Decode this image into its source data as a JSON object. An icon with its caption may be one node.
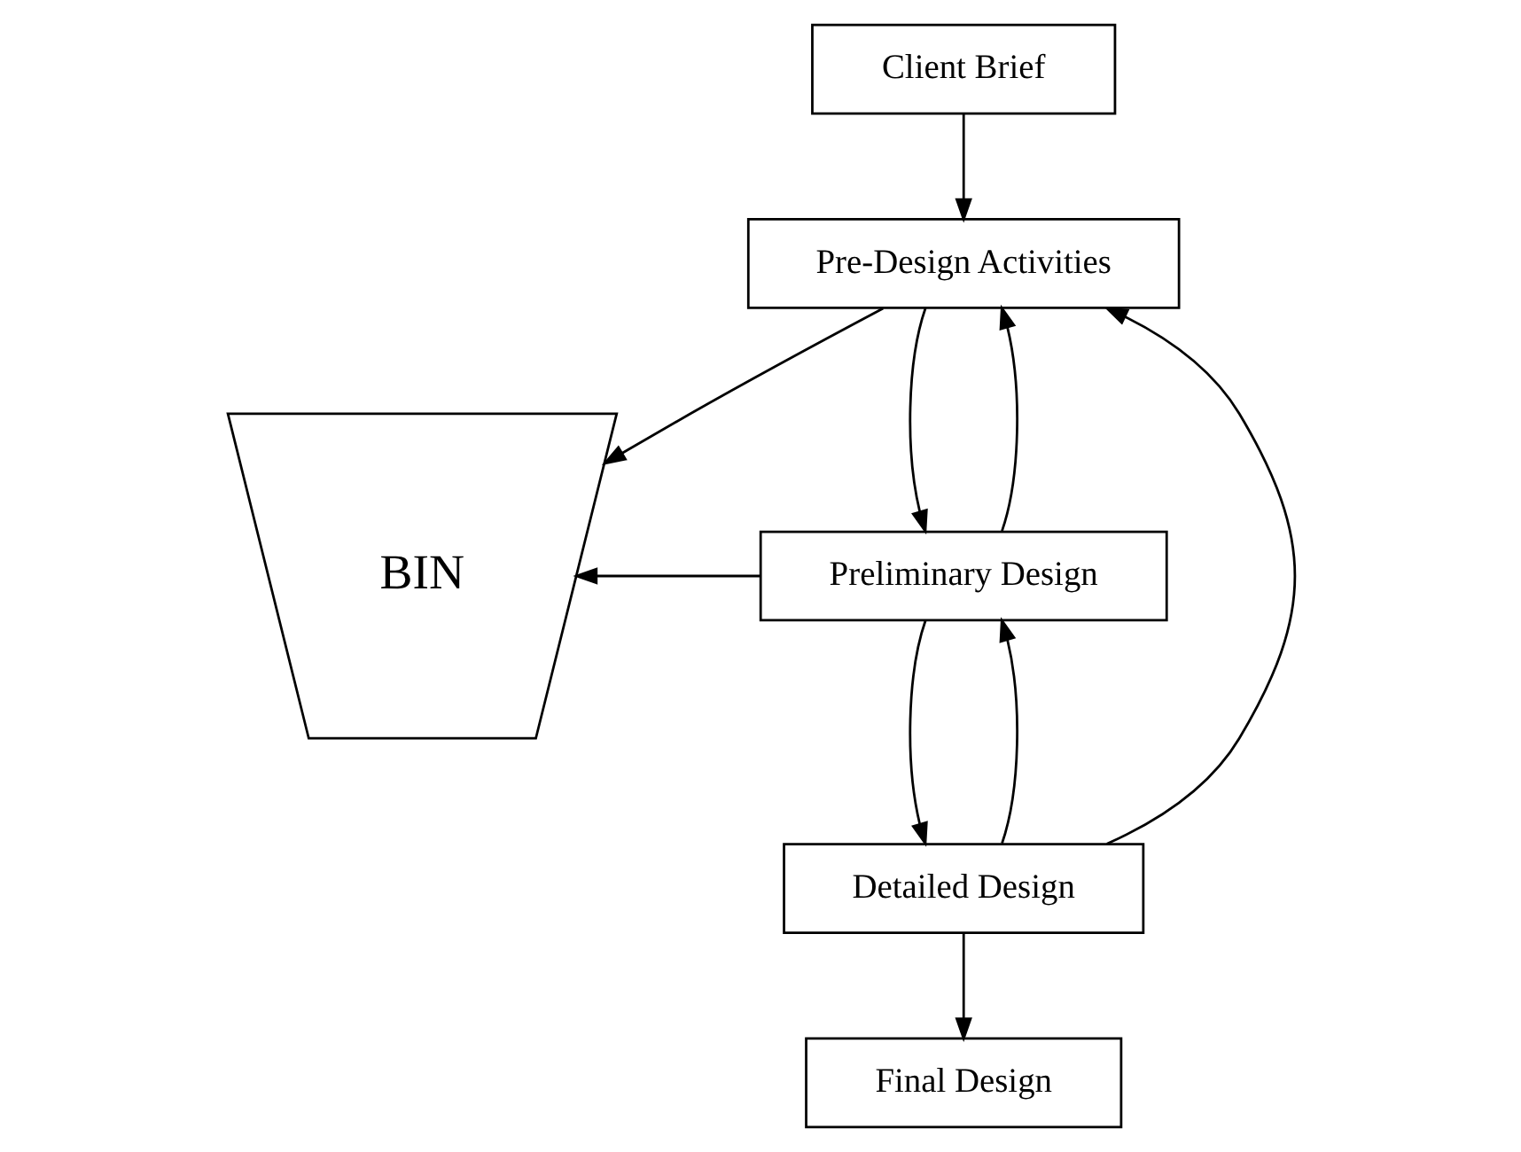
{
  "diagram": {
    "nodes": [
      {
        "text": [
          "Client Brief"
        ]
      },
      {
        "text": [
          "Pre-Design Activities"
        ]
      },
      {
        "text": [
          "BIN"
        ]
      },
      {
        "text": [
          "Preliminary Design"
        ]
      },
      {
        "text": [
          "Detailed Design"
        ]
      },
      {
        "text": [
          "Final Design"
        ]
      }
    ],
    "edges": [
      {
        "from": 0,
        "to": 1,
        "arrow": "to"
      },
      {
        "from": 1,
        "to": 2,
        "arrow": "to"
      },
      {
        "from": 1,
        "to": 3,
        "arrow": "to"
      },
      {
        "from": 3,
        "to": 2,
        "arrow": "to"
      },
      {
        "from": 3,
        "to": 1,
        "arrow": "to"
      },
      {
        "from": 3,
        "to": 4,
        "arrow": "to"
      },
      {
        "from": 4,
        "to": 3,
        "arrow": "to"
      },
      {
        "from": 4,
        "to": 1,
        "arrow": "to"
      },
      {
        "from": 4,
        "to": 5,
        "arrow": "to"
      }
    ]
  }
}
